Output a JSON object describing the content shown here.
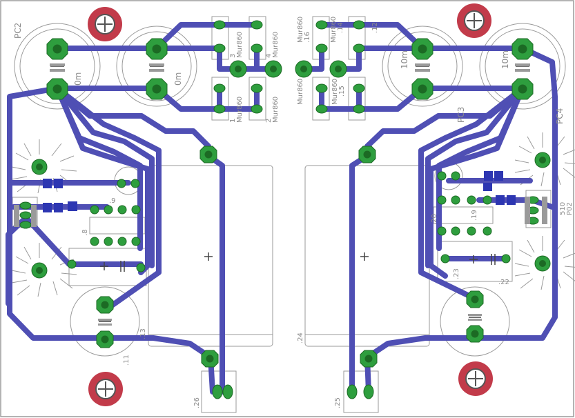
{
  "colors": {
    "trace": "#4f4fb4",
    "pad": "#2e9e3e",
    "pad_hole": "#1c6a24",
    "smd": "#2d36b2",
    "silk": "#9a9a9a",
    "hole": "#c23b4a"
  },
  "labels": {
    "pc2": "PC2",
    "pc3": "PC3",
    "pc4": "PC4",
    "cap_0m_a": "0m",
    "cap_0m_b": "0m",
    "cap_10m_a": "10m",
    "cap_10m_b": "10m",
    "mur_3": "3",
    "mur_4": "4",
    "mur_1": "1",
    "mur_2": "2",
    "mur_14": ".14",
    "mur_12": ".12",
    "mur_16": ".16",
    "mur_15": ".15",
    "mur860_a": "Mur860",
    "mur860_b": "Mur860",
    "mur860_c": "Mur860",
    "mur860_d": "Mur860",
    "mur860_e": "Mur860",
    "mur860_f": "Mur860",
    "mur860_g": "Mur860",
    "mur860_h": "Mur860",
    "n9": ".9",
    "n8": ".8",
    "n20": ".20",
    "n19": ".19",
    "n23": ".23",
    "n22": ".22",
    "n13": ".13",
    "n11": ".11",
    "n24": ".24",
    "n26": ".26",
    "n25": ".25",
    "n510": "510",
    "p02": "P02"
  }
}
